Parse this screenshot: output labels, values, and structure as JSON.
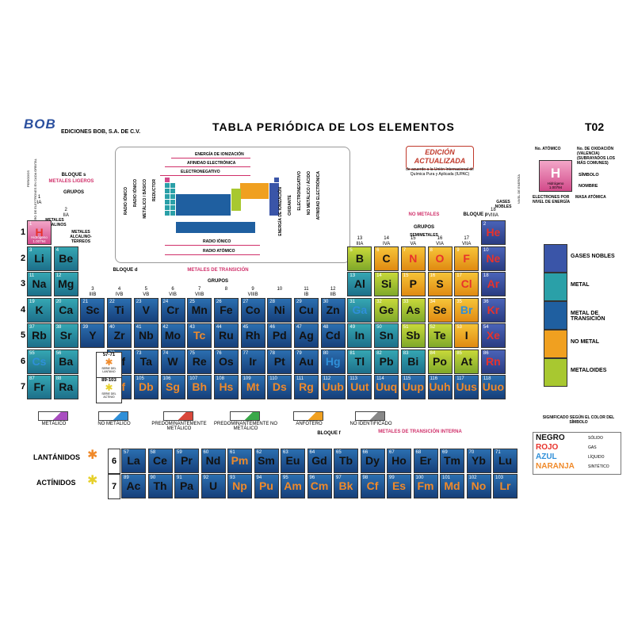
{
  "header": {
    "logo": "BOB",
    "publisher": "EDICIONES BOB, S.A. DE C.V.",
    "title": "TABLA PERIÓDICA DE LOS ELEMENTOS",
    "code": "T02",
    "edition_badge": "EDICIÓN ACTUALIZADA",
    "edition_note": "de acuerdo a la Unión Internacional de Química Pura y Aplicada (IUPAC)"
  },
  "inset_labels": {
    "energia": "ENERGÍA DE IONIZACIÓN",
    "afinidad": "AFINIDAD ELECTRÓNICA",
    "electronegativo": "ELECTRONEGATIVO",
    "radio_ionico": "RADIO IÓNICO",
    "radio_atomico": "RADIO ATÓMICO",
    "left_vert": [
      "RADIO IÓNICO",
      "RADIO IÓNICO",
      "METÁLICO / BÁSICO",
      "REDUCTOR"
    ],
    "right_vert": [
      "ENERGÍA DE IONIZACIÓN",
      "OXIDANTE",
      "ELECTRONEGATIVO",
      "NO METÁLICO / ÁCIDO",
      "AFINIDAD ELECTRÓNICA"
    ]
  },
  "labels": {
    "bloque_s": "BLOQUE s",
    "metales_ligeros": "METALES LIGEROS",
    "grupos": "GRUPOS",
    "metales_alcalinos": "METALES ALCALINOS",
    "metales_alcalinoterreos": "METALES ALCALINO-TÉRREOS",
    "bloque_d": "BLOQUE d",
    "metales_transicion": "METALES DE TRANSICIÓN",
    "no_metales": "NO METALES",
    "bloque_p": "BLOQUE p",
    "semimetales": "SEMIMETALES",
    "gases_nobles": "GASES NOBLES",
    "bloque_f": "BLOQUE f",
    "metales_transicion_interna": "METALES DE TRANSICIÓN INTERNA",
    "lantanidos": "LANTÁNIDOS",
    "actinidos": "ACTÍNIDOS",
    "periodos": "PERIODOS",
    "numero_electrones": "NÚMERO DE ELECTRONES EN CADA ORBITAL",
    "nivel_energia": "NIVEL DE ENERGÍA",
    "serie_lantano": "SERIE DEL LANTANO",
    "serie_actinio": "SERIE DEL ACTINIO",
    "range_la": "57-71",
    "range_ac": "89-103"
  },
  "group_labels": [
    [
      "1",
      "IA"
    ],
    [
      "2",
      "IIA"
    ],
    [
      "3",
      "IIIB"
    ],
    [
      "4",
      "IVB"
    ],
    [
      "5",
      "VB"
    ],
    [
      "6",
      "VIB"
    ],
    [
      "7",
      "VIIB"
    ],
    [
      "8",
      ""
    ],
    [
      "9",
      "VIIIB"
    ],
    [
      "10",
      ""
    ],
    [
      "11",
      "IB"
    ],
    [
      "12",
      "IIB"
    ],
    [
      "13",
      "IIIA"
    ],
    [
      "14",
      "IVA"
    ],
    [
      "15",
      "VA"
    ],
    [
      "16",
      "VIA"
    ],
    [
      "17",
      "VIIA"
    ],
    [
      "18",
      "VIIIA"
    ]
  ],
  "periods": [
    "1",
    "2",
    "3",
    "4",
    "5",
    "6",
    "7"
  ],
  "key_cell": {
    "no_atomico": "No. ATÓMICO",
    "no_oxidacion": "No. DE OXIDACIÓN (VALENCIA) (SUBRAYADOS LOS MÁS COMUNES)",
    "simbolo": "SÍMBOLO",
    "nombre": "NOMBRE",
    "electrones": "ELECTRONES POR NIVEL DE ENERGÍA",
    "masa": "MASA ATÓMICA",
    "sample_symbol": "H",
    "sample_name": "Hidrógeno",
    "sample_mass": "1.00794"
  },
  "category_legend": [
    {
      "label": "GASES NOBLES",
      "color": "#3a55a8"
    },
    {
      "label": "METAL",
      "color": "#2aa0a8"
    },
    {
      "label": "METAL DE TRANSICIÓN",
      "color": "#1f5fa0"
    },
    {
      "label": "NO METAL",
      "color": "#f0a020"
    },
    {
      "label": "METALOIDES",
      "color": "#a8c830"
    }
  ],
  "type_legend": [
    "METÁLICO",
    "NO METÁLICO",
    "PREDOMINANTEMENTE METÁLICO",
    "PREDOMINANTEMENTE NO METÁLICO",
    "ANFÓTERO",
    "NO IDENTIFICADO"
  ],
  "color_key": {
    "title": "SIGNIFICADO SEGÚN EL COLOR DEL SÍMBOLO",
    "rows": [
      {
        "word": "NEGRO",
        "state": "SÓLIDO",
        "color": "#111111"
      },
      {
        "word": "ROJO",
        "state": "GAS",
        "color": "#e8322b"
      },
      {
        "word": "AZUL",
        "state": "LÍQUIDO",
        "color": "#2f8fd8"
      },
      {
        "word": "NARANJA",
        "state": "SINTÉTICO",
        "color": "#f08a2a"
      }
    ]
  },
  "elements": [
    {
      "z": 1,
      "s": "H",
      "n": "Hidrógeno",
      "m": "1.00794",
      "p": 1,
      "g": 1,
      "c": "hcell",
      "st": "Rojo"
    },
    {
      "z": 2,
      "s": "He",
      "p": 1,
      "g": 18,
      "c": "noble",
      "st": "Rojo"
    },
    {
      "z": 3,
      "s": "Li",
      "p": 2,
      "g": 1,
      "c": "metal",
      "st": "Negro"
    },
    {
      "z": 4,
      "s": "Be",
      "p": 2,
      "g": 2,
      "c": "metal",
      "st": "Negro"
    },
    {
      "z": 5,
      "s": "B",
      "p": 2,
      "g": 13,
      "c": "semi",
      "st": "Negro"
    },
    {
      "z": 6,
      "s": "C",
      "p": 2,
      "g": 14,
      "c": "nonmetal",
      "st": "Negro"
    },
    {
      "z": 7,
      "s": "N",
      "p": 2,
      "g": 15,
      "c": "nonmetal",
      "st": "Rojo"
    },
    {
      "z": 8,
      "s": "O",
      "p": 2,
      "g": 16,
      "c": "nonmetal",
      "st": "Rojo"
    },
    {
      "z": 9,
      "s": "F",
      "p": 2,
      "g": 17,
      "c": "nonmetal",
      "st": "Rojo"
    },
    {
      "z": 10,
      "s": "Ne",
      "p": 2,
      "g": 18,
      "c": "noble",
      "st": "Rojo"
    },
    {
      "z": 11,
      "s": "Na",
      "p": 3,
      "g": 1,
      "c": "metal",
      "st": "Negro"
    },
    {
      "z": 12,
      "s": "Mg",
      "p": 3,
      "g": 2,
      "c": "metal",
      "st": "Negro"
    },
    {
      "z": 13,
      "s": "Al",
      "p": 3,
      "g": 13,
      "c": "metal",
      "st": "Negro"
    },
    {
      "z": 14,
      "s": "Si",
      "p": 3,
      "g": 14,
      "c": "semi",
      "st": "Negro"
    },
    {
      "z": 15,
      "s": "P",
      "p": 3,
      "g": 15,
      "c": "nonmetal",
      "st": "Negro"
    },
    {
      "z": 16,
      "s": "S",
      "p": 3,
      "g": 16,
      "c": "nonmetal",
      "st": "Negro"
    },
    {
      "z": 17,
      "s": "Cl",
      "p": 3,
      "g": 17,
      "c": "nonmetal",
      "st": "Rojo"
    },
    {
      "z": 18,
      "s": "Ar",
      "p": 3,
      "g": 18,
      "c": "noble",
      "st": "Rojo"
    },
    {
      "z": 19,
      "s": "K",
      "p": 4,
      "g": 1,
      "c": "metal",
      "st": "Negro"
    },
    {
      "z": 20,
      "s": "Ca",
      "p": 4,
      "g": 2,
      "c": "metal",
      "st": "Negro"
    },
    {
      "z": 21,
      "s": "Sc",
      "p": 4,
      "g": 3,
      "c": "trans",
      "st": "Negro"
    },
    {
      "z": 22,
      "s": "Ti",
      "p": 4,
      "g": 4,
      "c": "trans",
      "st": "Negro"
    },
    {
      "z": 23,
      "s": "V",
      "p": 4,
      "g": 5,
      "c": "trans",
      "st": "Negro"
    },
    {
      "z": 24,
      "s": "Cr",
      "p": 4,
      "g": 6,
      "c": "trans",
      "st": "Negro"
    },
    {
      "z": 25,
      "s": "Mn",
      "p": 4,
      "g": 7,
      "c": "trans",
      "st": "Negro"
    },
    {
      "z": 26,
      "s": "Fe",
      "p": 4,
      "g": 8,
      "c": "trans",
      "st": "Negro"
    },
    {
      "z": 27,
      "s": "Co",
      "p": 4,
      "g": 9,
      "c": "trans",
      "st": "Negro"
    },
    {
      "z": 28,
      "s": "Ni",
      "p": 4,
      "g": 10,
      "c": "trans",
      "st": "Negro"
    },
    {
      "z": 29,
      "s": "Cu",
      "p": 4,
      "g": 11,
      "c": "trans",
      "st": "Negro"
    },
    {
      "z": 30,
      "s": "Zn",
      "p": 4,
      "g": 12,
      "c": "trans",
      "st": "Negro"
    },
    {
      "z": 31,
      "s": "Ga",
      "p": 4,
      "g": 13,
      "c": "metal",
      "st": "Azul"
    },
    {
      "z": 32,
      "s": "Ge",
      "p": 4,
      "g": 14,
      "c": "semi",
      "st": "Negro"
    },
    {
      "z": 33,
      "s": "As",
      "p": 4,
      "g": 15,
      "c": "semi",
      "st": "Negro"
    },
    {
      "z": 34,
      "s": "Se",
      "p": 4,
      "g": 16,
      "c": "nonmetal",
      "st": "Negro"
    },
    {
      "z": 35,
      "s": "Br",
      "p": 4,
      "g": 17,
      "c": "nonmetal",
      "st": "Azul"
    },
    {
      "z": 36,
      "s": "Kr",
      "p": 4,
      "g": 18,
      "c": "noble",
      "st": "Rojo"
    },
    {
      "z": 37,
      "s": "Rb",
      "p": 5,
      "g": 1,
      "c": "metal",
      "st": "Negro"
    },
    {
      "z": 38,
      "s": "Sr",
      "p": 5,
      "g": 2,
      "c": "metal",
      "st": "Negro"
    },
    {
      "z": 39,
      "s": "Y",
      "p": 5,
      "g": 3,
      "c": "trans",
      "st": "Negro"
    },
    {
      "z": 40,
      "s": "Zr",
      "p": 5,
      "g": 4,
      "c": "trans",
      "st": "Negro"
    },
    {
      "z": 41,
      "s": "Nb",
      "p": 5,
      "g": 5,
      "c": "trans",
      "st": "Negro"
    },
    {
      "z": 42,
      "s": "Mo",
      "p": 5,
      "g": 6,
      "c": "trans",
      "st": "Negro"
    },
    {
      "z": 43,
      "s": "Tc",
      "p": 5,
      "g": 7,
      "c": "trans",
      "st": "Naranja"
    },
    {
      "z": 44,
      "s": "Ru",
      "p": 5,
      "g": 8,
      "c": "trans",
      "st": "Negro"
    },
    {
      "z": 45,
      "s": "Rh",
      "p": 5,
      "g": 9,
      "c": "trans",
      "st": "Negro"
    },
    {
      "z": 46,
      "s": "Pd",
      "p": 5,
      "g": 10,
      "c": "trans",
      "st": "Negro"
    },
    {
      "z": 47,
      "s": "Ag",
      "p": 5,
      "g": 11,
      "c": "trans",
      "st": "Negro"
    },
    {
      "z": 48,
      "s": "Cd",
      "p": 5,
      "g": 12,
      "c": "trans",
      "st": "Negro"
    },
    {
      "z": 49,
      "s": "In",
      "p": 5,
      "g": 13,
      "c": "metal",
      "st": "Negro"
    },
    {
      "z": 50,
      "s": "Sn",
      "p": 5,
      "g": 14,
      "c": "metal",
      "st": "Negro"
    },
    {
      "z": 51,
      "s": "Sb",
      "p": 5,
      "g": 15,
      "c": "semi",
      "st": "Negro"
    },
    {
      "z": 52,
      "s": "Te",
      "p": 5,
      "g": 16,
      "c": "semi",
      "st": "Negro"
    },
    {
      "z": 53,
      "s": "I",
      "p": 5,
      "g": 17,
      "c": "nonmetal",
      "st": "Negro"
    },
    {
      "z": 54,
      "s": "Xe",
      "p": 5,
      "g": 18,
      "c": "noble",
      "st": "Rojo"
    },
    {
      "z": 55,
      "s": "Cs",
      "p": 6,
      "g": 1,
      "c": "metal",
      "st": "Azul"
    },
    {
      "z": 56,
      "s": "Ba",
      "p": 6,
      "g": 2,
      "c": "metal",
      "st": "Negro"
    },
    {
      "z": 72,
      "s": "Hf",
      "p": 6,
      "g": 4,
      "c": "trans",
      "st": "Negro"
    },
    {
      "z": 73,
      "s": "Ta",
      "p": 6,
      "g": 5,
      "c": "trans",
      "st": "Negro"
    },
    {
      "z": 74,
      "s": "W",
      "p": 6,
      "g": 6,
      "c": "trans",
      "st": "Negro"
    },
    {
      "z": 75,
      "s": "Re",
      "p": 6,
      "g": 7,
      "c": "trans",
      "st": "Negro"
    },
    {
      "z": 76,
      "s": "Os",
      "p": 6,
      "g": 8,
      "c": "trans",
      "st": "Negro"
    },
    {
      "z": 77,
      "s": "Ir",
      "p": 6,
      "g": 9,
      "c": "trans",
      "st": "Negro"
    },
    {
      "z": 78,
      "s": "Pt",
      "p": 6,
      "g": 10,
      "c": "trans",
      "st": "Negro"
    },
    {
      "z": 79,
      "s": "Au",
      "p": 6,
      "g": 11,
      "c": "trans",
      "st": "Negro"
    },
    {
      "z": 80,
      "s": "Hg",
      "p": 6,
      "g": 12,
      "c": "trans",
      "st": "Azul"
    },
    {
      "z": 81,
      "s": "Tl",
      "p": 6,
      "g": 13,
      "c": "metal",
      "st": "Negro"
    },
    {
      "z": 82,
      "s": "Pb",
      "p": 6,
      "g": 14,
      "c": "metal",
      "st": "Negro"
    },
    {
      "z": 83,
      "s": "Bi",
      "p": 6,
      "g": 15,
      "c": "metal",
      "st": "Negro"
    },
    {
      "z": 84,
      "s": "Po",
      "p": 6,
      "g": 16,
      "c": "semi",
      "st": "Negro"
    },
    {
      "z": 85,
      "s": "At",
      "p": 6,
      "g": 17,
      "c": "semi",
      "st": "Negro"
    },
    {
      "z": 86,
      "s": "Rn",
      "p": 6,
      "g": 18,
      "c": "noble",
      "st": "Rojo"
    },
    {
      "z": 87,
      "s": "Fr",
      "p": 7,
      "g": 1,
      "c": "metal",
      "st": "Negro"
    },
    {
      "z": 88,
      "s": "Ra",
      "p": 7,
      "g": 2,
      "c": "metal",
      "st": "Negro"
    },
    {
      "z": 104,
      "s": "Rf",
      "p": 7,
      "g": 4,
      "c": "trans",
      "st": "Naranja"
    },
    {
      "z": 105,
      "s": "Db",
      "p": 7,
      "g": 5,
      "c": "trans",
      "st": "Naranja"
    },
    {
      "z": 106,
      "s": "Sg",
      "p": 7,
      "g": 6,
      "c": "trans",
      "st": "Naranja"
    },
    {
      "z": 107,
      "s": "Bh",
      "p": 7,
      "g": 7,
      "c": "trans",
      "st": "Naranja"
    },
    {
      "z": 108,
      "s": "Hs",
      "p": 7,
      "g": 8,
      "c": "trans",
      "st": "Naranja"
    },
    {
      "z": 109,
      "s": "Mt",
      "p": 7,
      "g": 9,
      "c": "trans",
      "st": "Naranja"
    },
    {
      "z": 110,
      "s": "Ds",
      "p": 7,
      "g": 10,
      "c": "trans",
      "st": "Naranja"
    },
    {
      "z": 111,
      "s": "Rg",
      "p": 7,
      "g": 11,
      "c": "trans",
      "st": "Naranja"
    },
    {
      "z": 112,
      "s": "Uub",
      "p": 7,
      "g": 12,
      "c": "trans",
      "st": "Naranja"
    },
    {
      "z": 113,
      "s": "Uut",
      "p": 7,
      "g": 13,
      "c": "trans",
      "st": "Naranja"
    },
    {
      "z": 114,
      "s": "Uuq",
      "p": 7,
      "g": 14,
      "c": "trans",
      "st": "Naranja"
    },
    {
      "z": 115,
      "s": "Uup",
      "p": 7,
      "g": 15,
      "c": "trans",
      "st": "Naranja"
    },
    {
      "z": 116,
      "s": "Uuh",
      "p": 7,
      "g": 16,
      "c": "trans",
      "st": "Naranja"
    },
    {
      "z": 117,
      "s": "Uus",
      "p": 7,
      "g": 17,
      "c": "trans",
      "st": "Naranja"
    },
    {
      "z": 118,
      "s": "Uuo",
      "p": 7,
      "g": 18,
      "c": "trans",
      "st": "Naranja"
    }
  ],
  "lanthanides": [
    {
      "z": 57,
      "s": "La",
      "st": "Negro"
    },
    {
      "z": 58,
      "s": "Ce",
      "st": "Negro"
    },
    {
      "z": 59,
      "s": "Pr",
      "st": "Negro"
    },
    {
      "z": 60,
      "s": "Nd",
      "st": "Negro"
    },
    {
      "z": 61,
      "s": "Pm",
      "st": "Naranja"
    },
    {
      "z": 62,
      "s": "Sm",
      "st": "Negro"
    },
    {
      "z": 63,
      "s": "Eu",
      "st": "Negro"
    },
    {
      "z": 64,
      "s": "Gd",
      "st": "Negro"
    },
    {
      "z": 65,
      "s": "Tb",
      "st": "Negro"
    },
    {
      "z": 66,
      "s": "Dy",
      "st": "Negro"
    },
    {
      "z": 67,
      "s": "Ho",
      "st": "Negro"
    },
    {
      "z": 68,
      "s": "Er",
      "st": "Negro"
    },
    {
      "z": 69,
      "s": "Tm",
      "st": "Negro"
    },
    {
      "z": 70,
      "s": "Yb",
      "st": "Negro"
    },
    {
      "z": 71,
      "s": "Lu",
      "st": "Negro"
    }
  ],
  "actinides": [
    {
      "z": 89,
      "s": "Ac",
      "st": "Negro"
    },
    {
      "z": 90,
      "s": "Th",
      "st": "Negro"
    },
    {
      "z": 91,
      "s": "Pa",
      "st": "Negro"
    },
    {
      "z": 92,
      "s": "U",
      "st": "Negro"
    },
    {
      "z": 93,
      "s": "Np",
      "st": "Naranja"
    },
    {
      "z": 94,
      "s": "Pu",
      "st": "Naranja"
    },
    {
      "z": 95,
      "s": "Am",
      "st": "Naranja"
    },
    {
      "z": 96,
      "s": "Cm",
      "st": "Naranja"
    },
    {
      "z": 97,
      "s": "Bk",
      "st": "Naranja"
    },
    {
      "z": 98,
      "s": "Cf",
      "st": "Naranja"
    },
    {
      "z": 99,
      "s": "Es",
      "st": "Naranja"
    },
    {
      "z": 100,
      "s": "Fm",
      "st": "Naranja"
    },
    {
      "z": 101,
      "s": "Md",
      "st": "Naranja"
    },
    {
      "z": 102,
      "s": "No",
      "st": "Naranja"
    },
    {
      "z": 103,
      "s": "Lr",
      "st": "Naranja"
    }
  ]
}
